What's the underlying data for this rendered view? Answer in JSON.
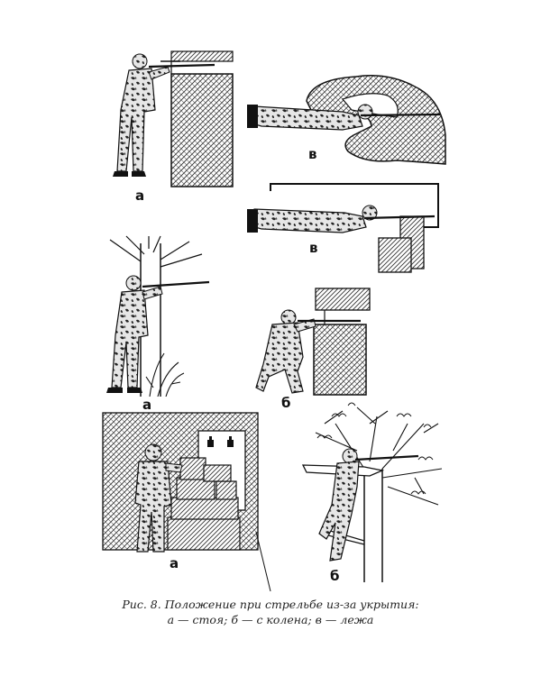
{
  "figure": {
    "labels": {
      "standing_box": "а",
      "prone_cliff": "в",
      "prone_log": "в",
      "standing_tree": "а",
      "kneeling_box": "б",
      "standing_window": "а",
      "kneeling_tree": "б"
    }
  },
  "caption": {
    "line1": "Рис. 8. Положение при стрельбе из-за укрытия:",
    "line2": "а — стоя; б — с колена; в — лежа"
  }
}
